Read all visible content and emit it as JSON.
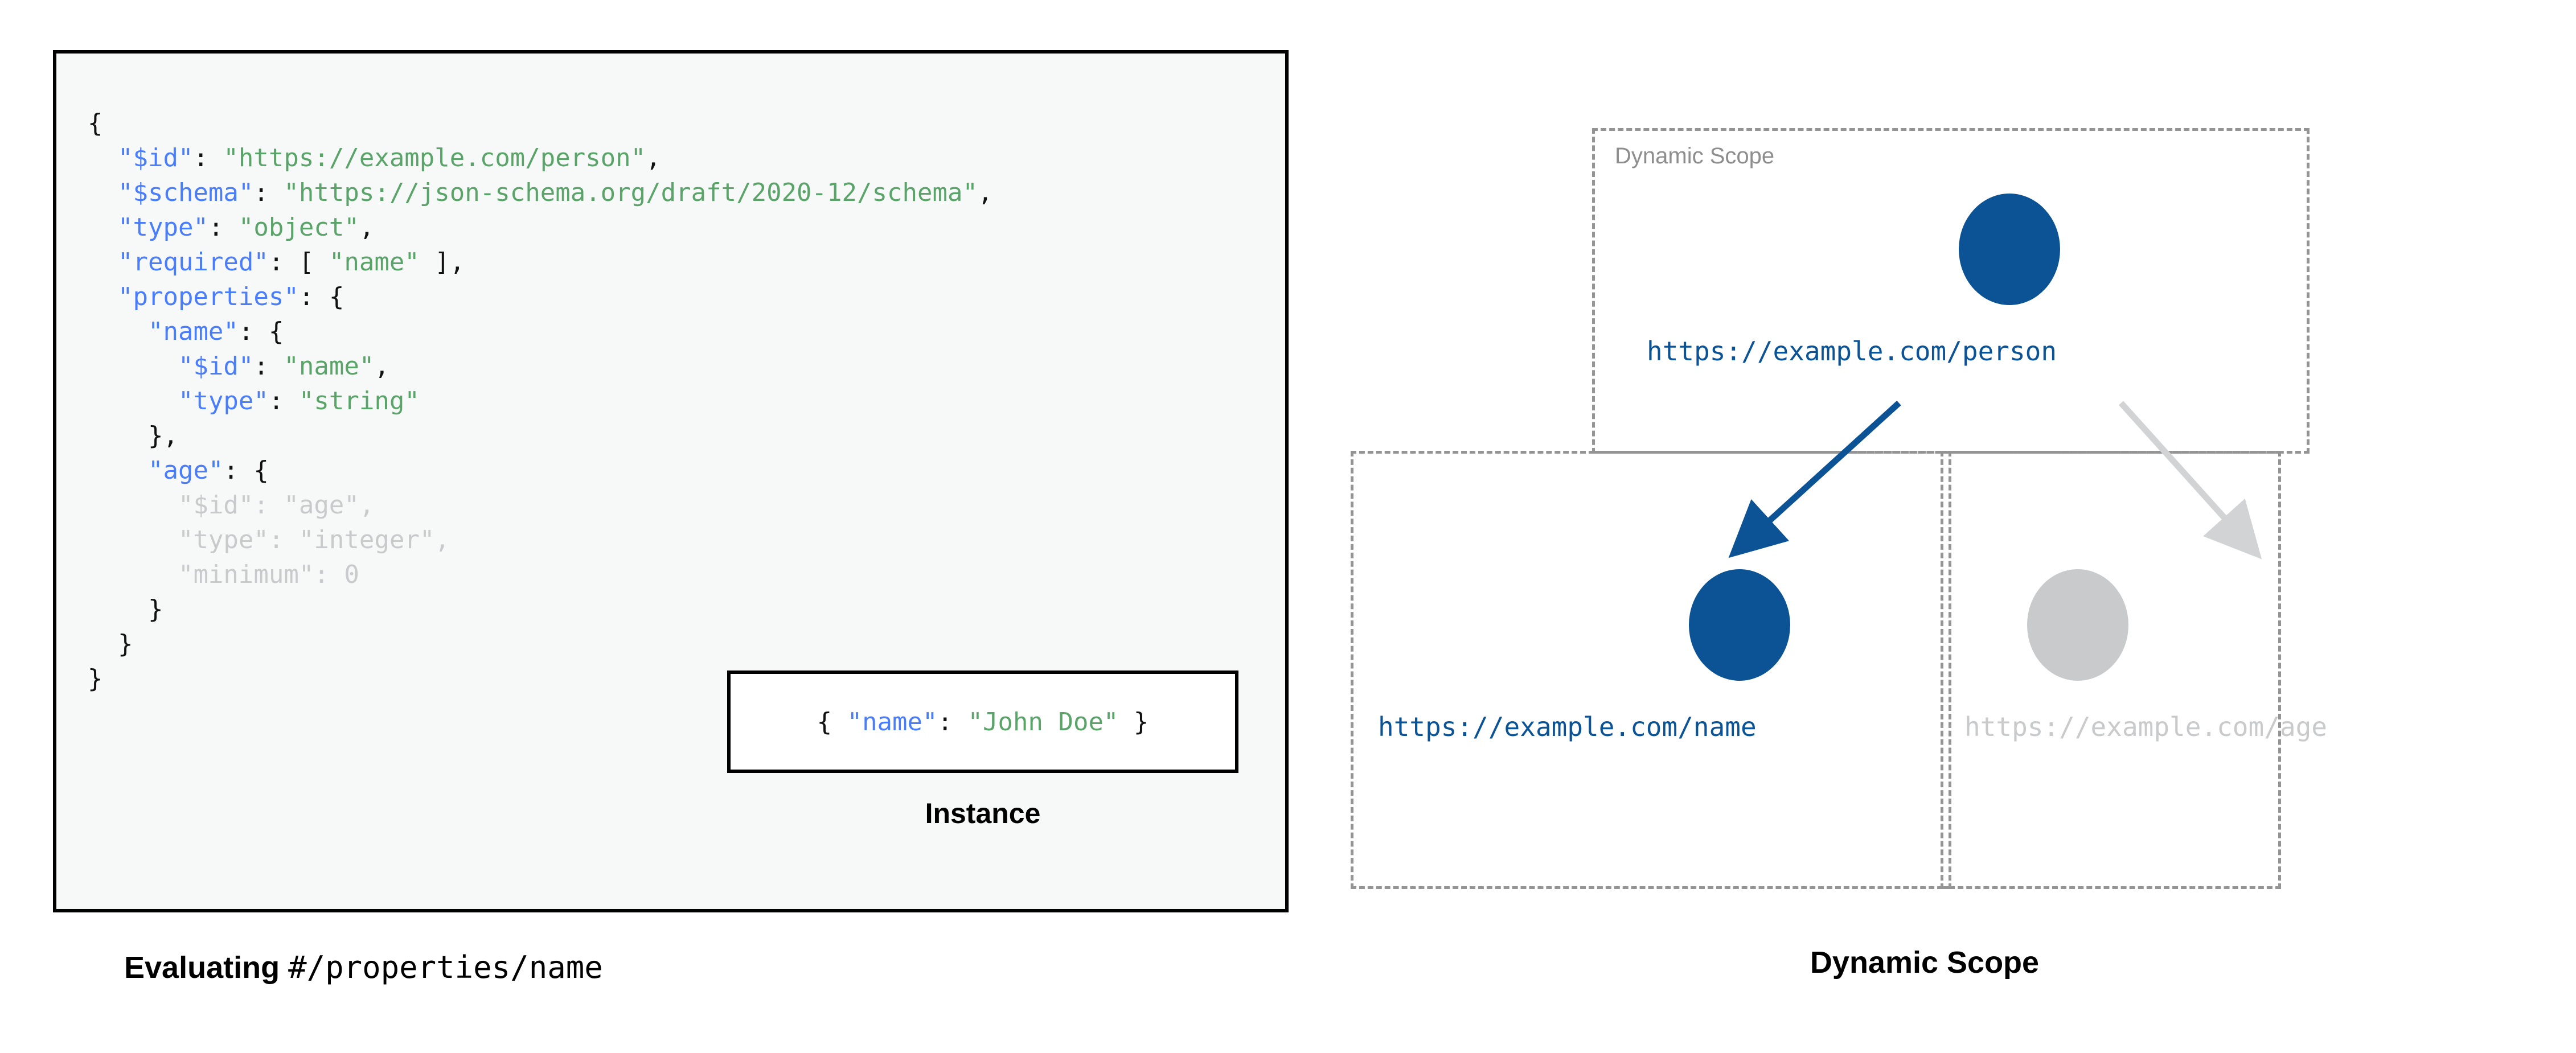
{
  "left": {
    "panel_name": "json-schema-panel",
    "code_lines": [
      [
        {
          "t": "{",
          "c": "p"
        }
      ],
      [
        {
          "t": "  ",
          "c": "p"
        },
        {
          "t": "\"$id\"",
          "c": "k"
        },
        {
          "t": ": ",
          "c": "p"
        },
        {
          "t": "\"https://example.com/person\"",
          "c": "s"
        },
        {
          "t": ",",
          "c": "p"
        }
      ],
      [
        {
          "t": "  ",
          "c": "p"
        },
        {
          "t": "\"$schema\"",
          "c": "k"
        },
        {
          "t": ": ",
          "c": "p"
        },
        {
          "t": "\"https://json-schema.org/draft/2020-12/schema\"",
          "c": "s"
        },
        {
          "t": ",",
          "c": "p"
        }
      ],
      [
        {
          "t": "  ",
          "c": "p"
        },
        {
          "t": "\"type\"",
          "c": "k"
        },
        {
          "t": ": ",
          "c": "p"
        },
        {
          "t": "\"object\"",
          "c": "s"
        },
        {
          "t": ",",
          "c": "p"
        }
      ],
      [
        {
          "t": "  ",
          "c": "p"
        },
        {
          "t": "\"required\"",
          "c": "k"
        },
        {
          "t": ": [ ",
          "c": "p"
        },
        {
          "t": "\"name\"",
          "c": "s"
        },
        {
          "t": " ],",
          "c": "p"
        }
      ],
      [
        {
          "t": "  ",
          "c": "p"
        },
        {
          "t": "\"properties\"",
          "c": "k"
        },
        {
          "t": ": {",
          "c": "p"
        }
      ],
      [
        {
          "t": "    ",
          "c": "p"
        },
        {
          "t": "\"name\"",
          "c": "k"
        },
        {
          "t": ": {",
          "c": "p"
        }
      ],
      [
        {
          "t": "      ",
          "c": "p"
        },
        {
          "t": "\"$id\"",
          "c": "k"
        },
        {
          "t": ": ",
          "c": "p"
        },
        {
          "t": "\"name\"",
          "c": "s"
        },
        {
          "t": ",",
          "c": "p"
        }
      ],
      [
        {
          "t": "      ",
          "c": "p"
        },
        {
          "t": "\"type\"",
          "c": "k"
        },
        {
          "t": ": ",
          "c": "p"
        },
        {
          "t": "\"string\"",
          "c": "s"
        }
      ],
      [
        {
          "t": "    },",
          "c": "p"
        }
      ],
      [
        {
          "t": "    ",
          "c": "p"
        },
        {
          "t": "\"age\"",
          "c": "k"
        },
        {
          "t": ": {",
          "c": "p"
        }
      ],
      [
        {
          "t": "      ",
          "c": "dim"
        },
        {
          "t": "\"$id\"",
          "c": "dim"
        },
        {
          "t": ": ",
          "c": "dim"
        },
        {
          "t": "\"age\"",
          "c": "dim"
        },
        {
          "t": ",",
          "c": "dim"
        }
      ],
      [
        {
          "t": "      ",
          "c": "dim"
        },
        {
          "t": "\"type\"",
          "c": "dim"
        },
        {
          "t": ": ",
          "c": "dim"
        },
        {
          "t": "\"integer\"",
          "c": "dim"
        },
        {
          "t": ",",
          "c": "dim"
        }
      ],
      [
        {
          "t": "      ",
          "c": "dim"
        },
        {
          "t": "\"minimum\"",
          "c": "dim"
        },
        {
          "t": ": ",
          "c": "dim"
        },
        {
          "t": "0",
          "c": "dim"
        }
      ],
      [
        {
          "t": "    }",
          "c": "p"
        }
      ],
      [
        {
          "t": "  }",
          "c": "p"
        }
      ],
      [
        {
          "t": "}",
          "c": "p"
        }
      ]
    ],
    "instance": {
      "code_parts": [
        {
          "t": "{ ",
          "c": "p"
        },
        {
          "t": "\"name\"",
          "c": "k"
        },
        {
          "t": ": ",
          "c": "p"
        },
        {
          "t": "\"John Doe\"",
          "c": "s"
        },
        {
          "t": " }",
          "c": "p"
        }
      ],
      "caption": "Instance"
    },
    "caption": {
      "prefix": "Evaluating ",
      "pointer": "#/properties/name"
    }
  },
  "right": {
    "scope_box_label": "Dynamic Scope",
    "caption": "Dynamic Scope",
    "nodes": [
      {
        "id": "person",
        "label": "https://example.com/person",
        "state": "active",
        "color": "#0b5394"
      },
      {
        "id": "name",
        "label": "https://example.com/name",
        "state": "active",
        "color": "#0b5394"
      },
      {
        "id": "age",
        "label": "https://example.com/age",
        "state": "inactive",
        "color": "#c9cacb"
      }
    ],
    "edges": [
      {
        "from": "person",
        "to": "name",
        "state": "active",
        "color": "#0b5394"
      },
      {
        "from": "person",
        "to": "age",
        "state": "inactive",
        "color": "#d2d3d4"
      }
    ],
    "boxes": [
      {
        "id": "top",
        "label": "Dynamic Scope"
      },
      {
        "id": "left",
        "label": ""
      },
      {
        "id": "right",
        "label": ""
      }
    ]
  },
  "colors": {
    "accent_blue": "#0b5394",
    "key_blue": "#4a7dfa",
    "string_green": "#5aa469",
    "dim_grey": "#c9cacb",
    "dash_grey": "#949494",
    "panel_bg": "#f7f8f8",
    "border_black": "#000000"
  }
}
